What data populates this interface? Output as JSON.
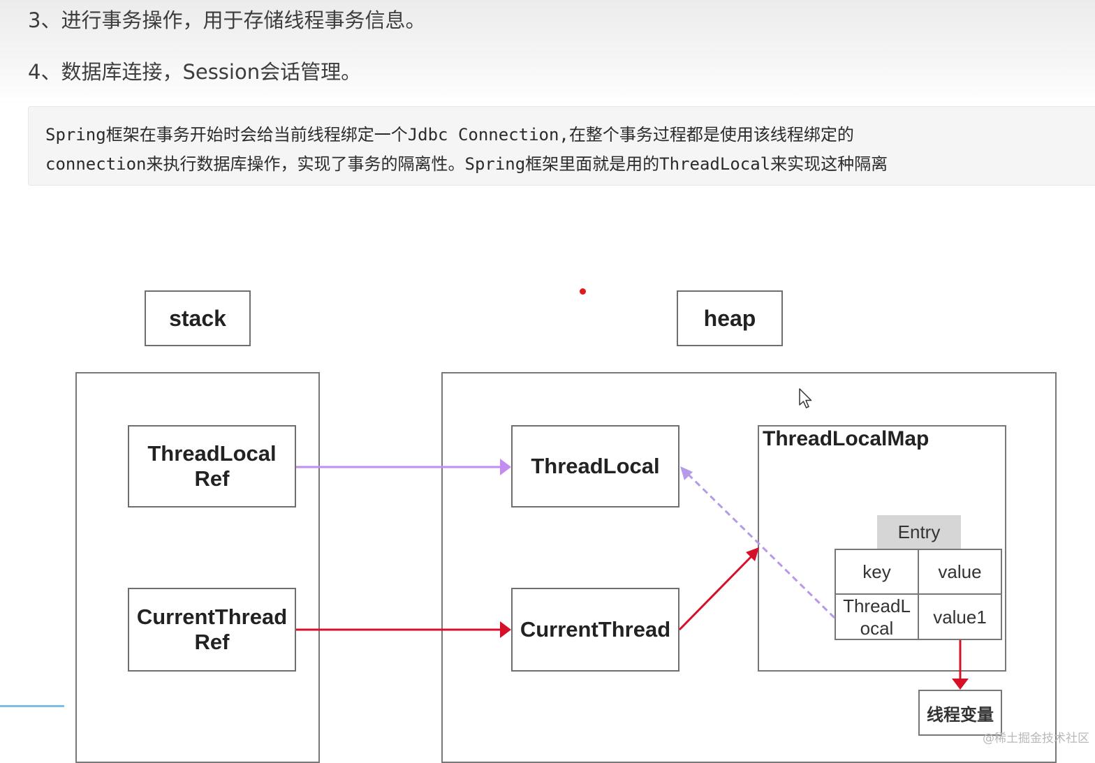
{
  "article": {
    "para3": "3、进行事务操作，用于存储线程事务信息。",
    "para4": "4、数据库连接，Session会话管理。",
    "code_line1": "Spring框架在事务开始时会给当前线程绑定一个Jdbc Connection,在整个事务过程都是使用该线程绑定的",
    "code_line2": "connection来执行数据库操作，实现了事务的隔离性。Spring框架里面就是用的ThreadLocal来实现这种隔离"
  },
  "diagram": {
    "stack_label": "stack",
    "heap_label": "heap",
    "threadlocal_ref": [
      "ThreadLocal",
      "Ref"
    ],
    "currentthread_ref": [
      "CurrentThread",
      "Ref"
    ],
    "threadlocal": "ThreadLocal",
    "currentthread": "CurrentThread",
    "threadlocalmap": "ThreadLocalMap",
    "entry": "Entry",
    "key_header": "key",
    "value_header": "value",
    "key_cell": [
      "ThreadL",
      "ocal"
    ],
    "value_cell": "value1",
    "thread_variable": "线程变量",
    "colors": {
      "ref_arrow": "#c38cf0",
      "thread_arrow": "#d7102a",
      "weak_ref_dashed": "#b49ae8"
    }
  },
  "watermark": "@稀土掘金技术社区"
}
